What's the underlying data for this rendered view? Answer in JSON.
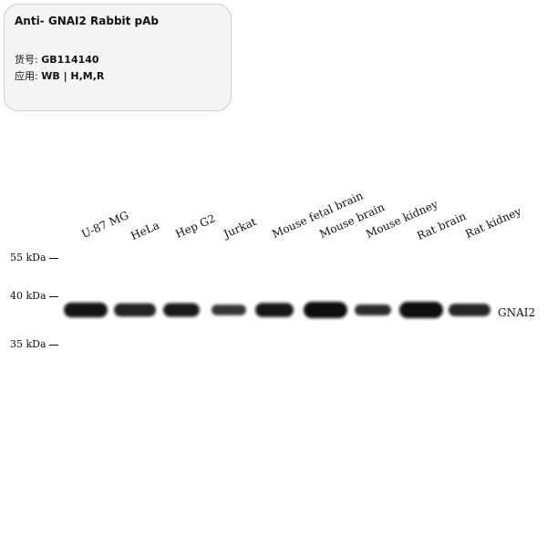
{
  "product": {
    "title": "Anti- GNAI2 Rabbit pAb",
    "catalog_label": "货号:",
    "catalog_value": "GB114140",
    "application_label": "应用:",
    "application_value": "WB | H,M,R"
  },
  "blot": {
    "lanes": [
      "U-87 MG",
      "HeLa",
      "Hep G2",
      "Jurkat",
      "Mouse fetal brain",
      "Mouse brain",
      "Mouse kidney",
      "Rat brain",
      "Rat kidney"
    ],
    "markers": [
      "55 kDa",
      "40 kDa",
      "35 kDa"
    ],
    "band_label": "GNAI2",
    "band_strength": [
      0.85,
      0.7,
      0.75,
      0.45,
      0.8,
      1.0,
      0.5,
      1.0,
      0.65
    ]
  }
}
